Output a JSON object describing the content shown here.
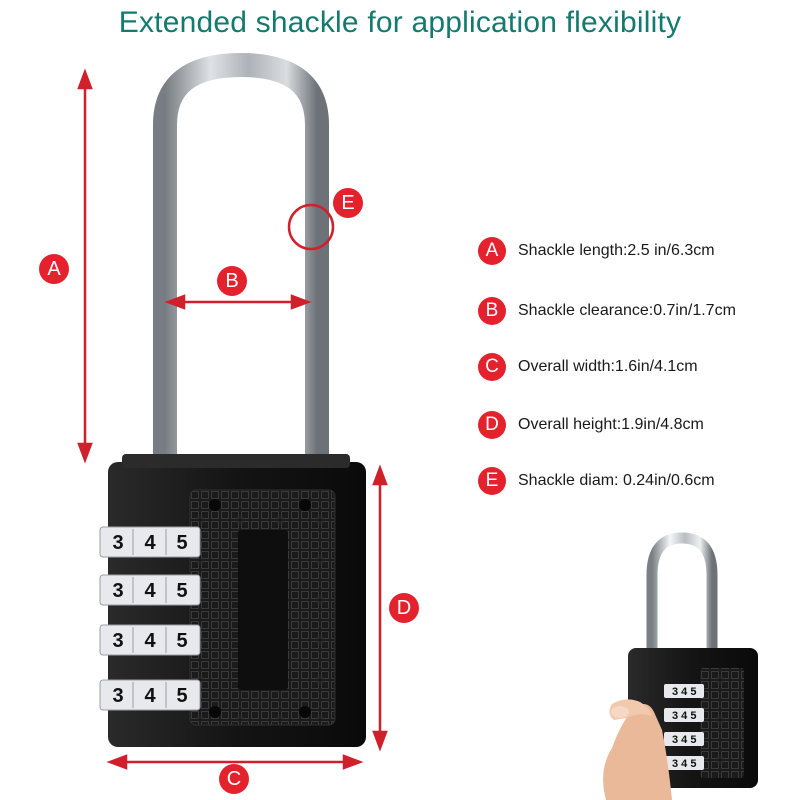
{
  "headline": "Extended shackle for application flexibility",
  "markers": {
    "a": "A",
    "b": "B",
    "c": "C",
    "d": "D",
    "e": "E"
  },
  "specs": [
    {
      "letter": "A",
      "text": "Shackle length:2.5 in/6.3cm"
    },
    {
      "letter": "B",
      "text": "Shackle clearance:0.7in/1.7cm"
    },
    {
      "letter": "C",
      "text": "Overall width:1.6in/4.1cm"
    },
    {
      "letter": "D",
      "text": "Overall height:1.9in/4.8cm"
    },
    {
      "letter": "E",
      "text": "Shackle diam: 0.24in/0.6cm"
    }
  ],
  "dial_digits": [
    "3",
    "4",
    "5"
  ],
  "colors": {
    "headline": "#157a6e",
    "accent_red": "#e4222e",
    "lock_body": "#141414",
    "shackle": "#c8ccd0"
  }
}
